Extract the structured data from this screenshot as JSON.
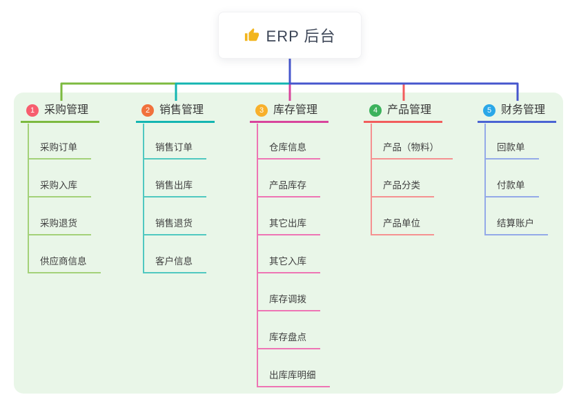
{
  "root": {
    "label": "ERP 后台",
    "icon": "thumbs-up-icon"
  },
  "branches": [
    {
      "number": "1",
      "label": "采购管理",
      "badge_color": "#f75d6e",
      "line_color": "#7cba3f",
      "child_line_color": "#a3d178",
      "children": [
        "采购订单",
        "采购入库",
        "采购退货",
        "供应商信息"
      ]
    },
    {
      "number": "2",
      "label": "销售管理",
      "badge_color": "#f1713c",
      "line_color": "#13b5b1",
      "child_line_color": "#4fc8c0",
      "children": [
        "销售订单",
        "销售出库",
        "销售退货",
        "客户信息"
      ]
    },
    {
      "number": "3",
      "label": "库存管理",
      "badge_color": "#f8b02b",
      "line_color": "#d8449c",
      "child_line_color": "#ee74b4",
      "children": [
        "仓库信息",
        "产品库存",
        "其它出库",
        "其它入库",
        "库存调拨",
        "库存盘点",
        "出库库明细"
      ]
    },
    {
      "number": "4",
      "label": "产品管理",
      "badge_color": "#3cb25c",
      "line_color": "#f25c5c",
      "child_line_color": "#f59090",
      "children": [
        "产品（物料）",
        "产品分类",
        "产品单位"
      ]
    },
    {
      "number": "5",
      "label": "财务管理",
      "badge_color": "#2aa7e8",
      "line_color": "#4a63d3",
      "child_line_color": "#93a9e8",
      "children": [
        "回款单",
        "付款单",
        "结算账户"
      ]
    }
  ],
  "colors": {
    "canvas_bg": "#ffffff",
    "panel_bg": "#e9f6e8",
    "root_connector": "#4656cd",
    "rail_green": "#7cba3f",
    "rail_teal": "#13b5b1",
    "rail_blue": "#4656cd",
    "rail_magenta": "#d8449c",
    "rail_red": "#f25c5c"
  }
}
